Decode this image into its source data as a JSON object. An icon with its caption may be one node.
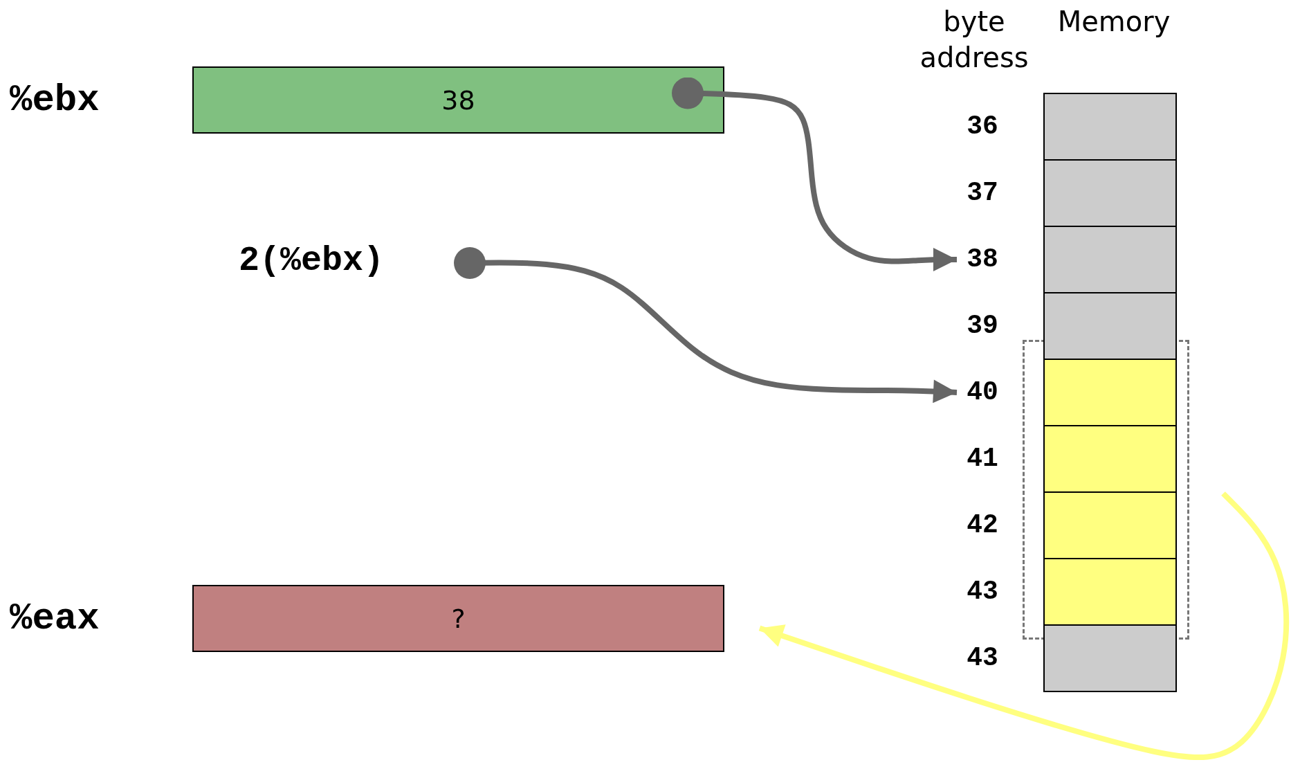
{
  "diagram": {
    "nodes": [
      {
        "text": [
          "38"
        ],
        "beside": [
          "%ebx"
        ]
      },
      {
        "text": [
          "2(%ebx)"
        ]
      },
      {
        "text": [
          "?"
        ],
        "beside": [
          "%eax"
        ]
      },
      {
        "text": [
          "36"
        ]
      },
      {
        "text": [
          "37"
        ]
      },
      {
        "text": [
          "38"
        ]
      },
      {
        "text": [
          "39"
        ]
      },
      {
        "text": [
          "40"
        ]
      },
      {
        "text": [
          "41"
        ]
      },
      {
        "text": [
          "42"
        ]
      },
      {
        "text": [
          "43"
        ]
      },
      {
        "text": [
          "43"
        ]
      },
      {
        "text": [],
        "shape": "box"
      },
      {
        "text": [],
        "shape": "box"
      },
      {
        "text": [],
        "shape": "box"
      },
      {
        "text": [],
        "shape": "box"
      },
      {
        "text": [],
        "shape": "box"
      },
      {
        "text": [],
        "shape": "box",
        "in": 12
      },
      {
        "text": [],
        "shape": "box",
        "in": 12
      },
      {
        "text": [],
        "shape": "box",
        "in": 12
      },
      {
        "text": [],
        "shape": "box",
        "in": 12
      },
      {
        "text": [],
        "shape": "box"
      }
    ],
    "edges": [
      {
        "from": 0,
        "to": 5,
        "arrow": "to"
      },
      {
        "from": 1,
        "to": 7,
        "arrow": "to"
      },
      {
        "from": 12,
        "to": 2,
        "arrow": "to",
        "color": "#ffff80"
      }
    ],
    "labels": [
      "byte address",
      "Memory"
    ]
  }
}
